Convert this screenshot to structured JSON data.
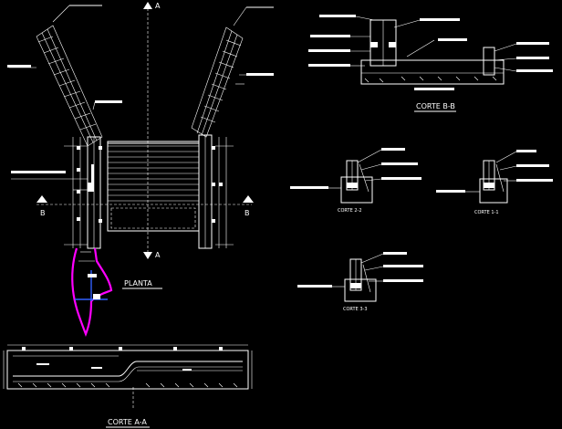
{
  "labels": {
    "planta": "PLANTA",
    "corte_aa": "CORTE A-A",
    "corte_bb": "CORTE B-B",
    "corte_22": "CORTE 2-2",
    "corte_11": "CORTE 1-1",
    "corte_33": "CORTE 3-3",
    "section_a_top": "A",
    "section_a_bottom": "A",
    "section_b_left": "B",
    "section_b_right": "B"
  },
  "colors": {
    "background": "#000000",
    "linework": "#ffffff",
    "highlight": "#ff00ff",
    "accent": "#3060ff"
  }
}
